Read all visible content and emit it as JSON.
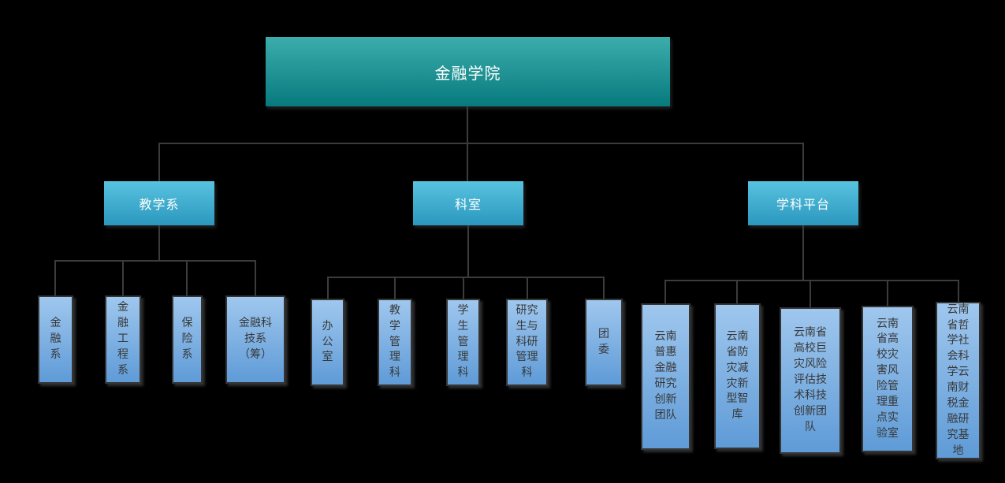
{
  "chart": {
    "type": "org-chart",
    "root": {
      "label": "金融学院"
    },
    "branches": [
      {
        "label": "教学系",
        "children": [
          {
            "label": "金\n融\n系"
          },
          {
            "label": "金\n融\n工\n程\n系"
          },
          {
            "label": "保\n险\n系"
          },
          {
            "label": "金融科\n技系\n（筹）"
          }
        ]
      },
      {
        "label": "科室",
        "children": [
          {
            "label": "办\n公\n室"
          },
          {
            "label": "教\n学\n管\n理\n科"
          },
          {
            "label": "学\n生\n管\n理\n科"
          },
          {
            "label": "研究\n生与\n科研\n管理\n科"
          },
          {
            "label": "团\n委"
          }
        ]
      },
      {
        "label": "学科平台",
        "children": [
          {
            "label": "云南\n普惠\n金融\n研究\n创新\n团队"
          },
          {
            "label": "云南\n省防\n灾减\n灾新\n型智\n库"
          },
          {
            "label": "云南省\n高校巨\n灾风险\n评估技\n术科技\n创新团\n队"
          },
          {
            "label": "云南\n省高\n校灾\n害风\n险管\n理重\n点实\n验室"
          },
          {
            "label": "云南\n省哲\n学社\n会科\n学云\n南财\n税金\n融研\n究基\n地"
          }
        ]
      }
    ],
    "colors": {
      "background": "#000000",
      "connector": "#3c3c3c",
      "root_gradient_top": "#3cadac",
      "root_gradient_bottom": "#077a7e",
      "branch_gradient_top": "#58c3df",
      "branch_gradient_bottom": "#2b97be",
      "leaf_gradient_top": "#9fc7ee",
      "leaf_gradient_bottom": "#5f9bd7",
      "leaf_border": "#353535",
      "leaf_text": "#383838",
      "node_text": "#ffffff"
    }
  }
}
